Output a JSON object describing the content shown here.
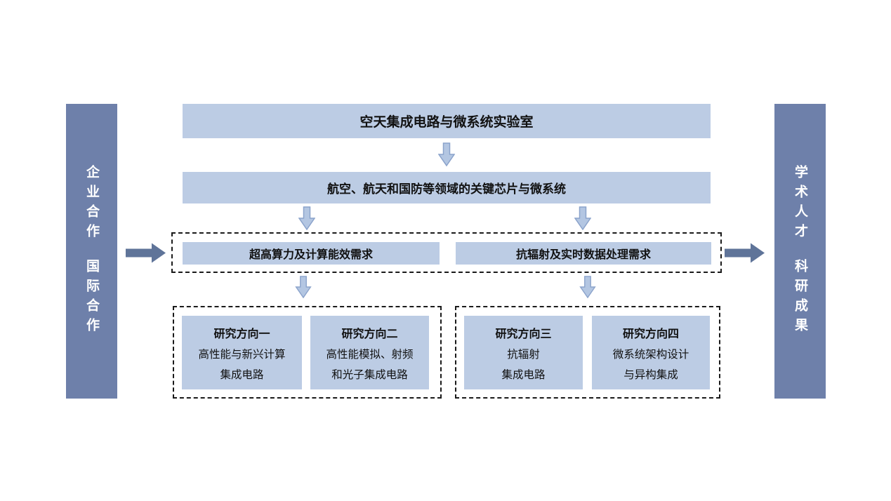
{
  "colors": {
    "sidebar": "#6e80aa",
    "box_fill": "#bccce4",
    "down_arrow_fill": "#b3c6e2",
    "down_arrow_border": "#8ba3cb",
    "horizontal_arrow": "#5f7499"
  },
  "sidebars": {
    "left": {
      "top": "企业合作",
      "bottom": "国际合作"
    },
    "right": {
      "top": "学术人才",
      "bottom": "科研成果"
    }
  },
  "header": {
    "title": "空天集成电路与微系统实验室"
  },
  "scope": {
    "label": "航空、航天和国防等领域的关键芯片与微系统"
  },
  "needs": {
    "left": "超高算力及计算能效需求",
    "right": "抗辐射及实时数据处理需求"
  },
  "directions": [
    {
      "title": "研究方向一",
      "lines": [
        "高性能与新兴计算",
        "集成电路"
      ]
    },
    {
      "title": "研究方向二",
      "lines": [
        "高性能模拟、射频",
        "和光子集成电路"
      ]
    },
    {
      "title": "研究方向三",
      "lines": [
        "抗辐射",
        "集成电路"
      ]
    },
    {
      "title": "研究方向四",
      "lines": [
        "微系统架构设计",
        "与异构集成"
      ]
    }
  ]
}
